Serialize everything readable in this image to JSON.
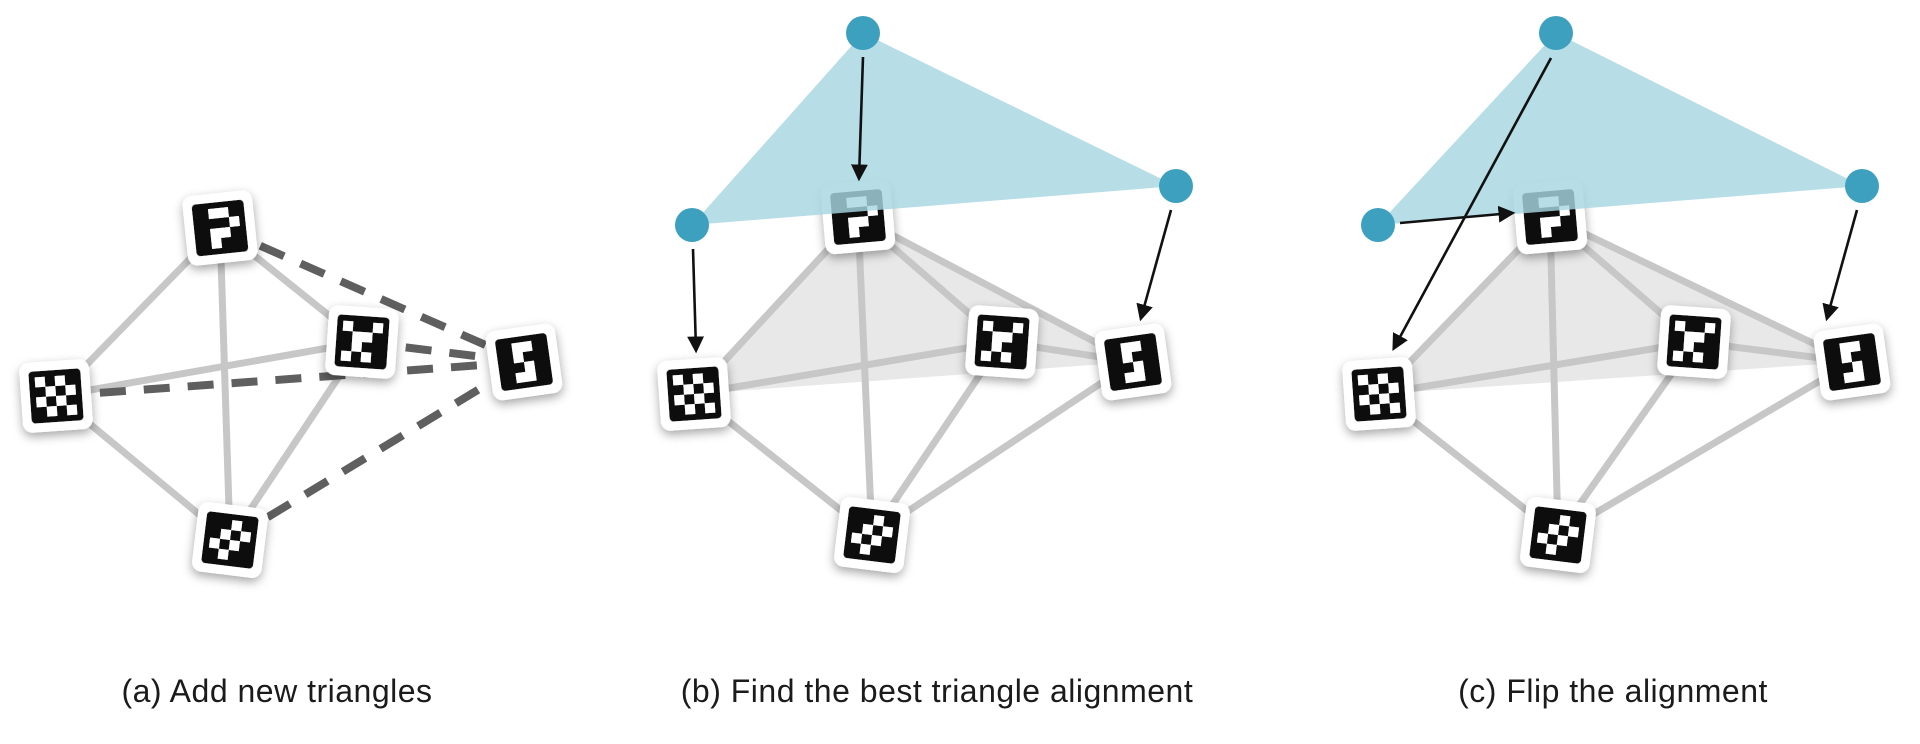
{
  "figure": {
    "panels": [
      {
        "label": "a",
        "caption": "(a) Add new triangles"
      },
      {
        "label": "b",
        "caption": "(b) Find the best triangle alignment"
      },
      {
        "label": "c",
        "caption": "(c) Flip the alignment"
      }
    ],
    "colors": {
      "background": "#ffffff",
      "triangle_fill": "#a7d6e2",
      "vertex_dot": "#3ea0bf",
      "edge_solid": "#c7c7c7",
      "edge_dashed": "#5f5f5f",
      "gray_region": "#d9d9d9",
      "arrow": "#111111",
      "marker_black": "#101010",
      "caption_text": "#1b1b1b"
    },
    "icons": {
      "aruco_marker": "square fiducial marker, black with white pattern",
      "vertex_dot": "filled teal circle",
      "arrow": "thin black arrow with triangular head"
    }
  }
}
